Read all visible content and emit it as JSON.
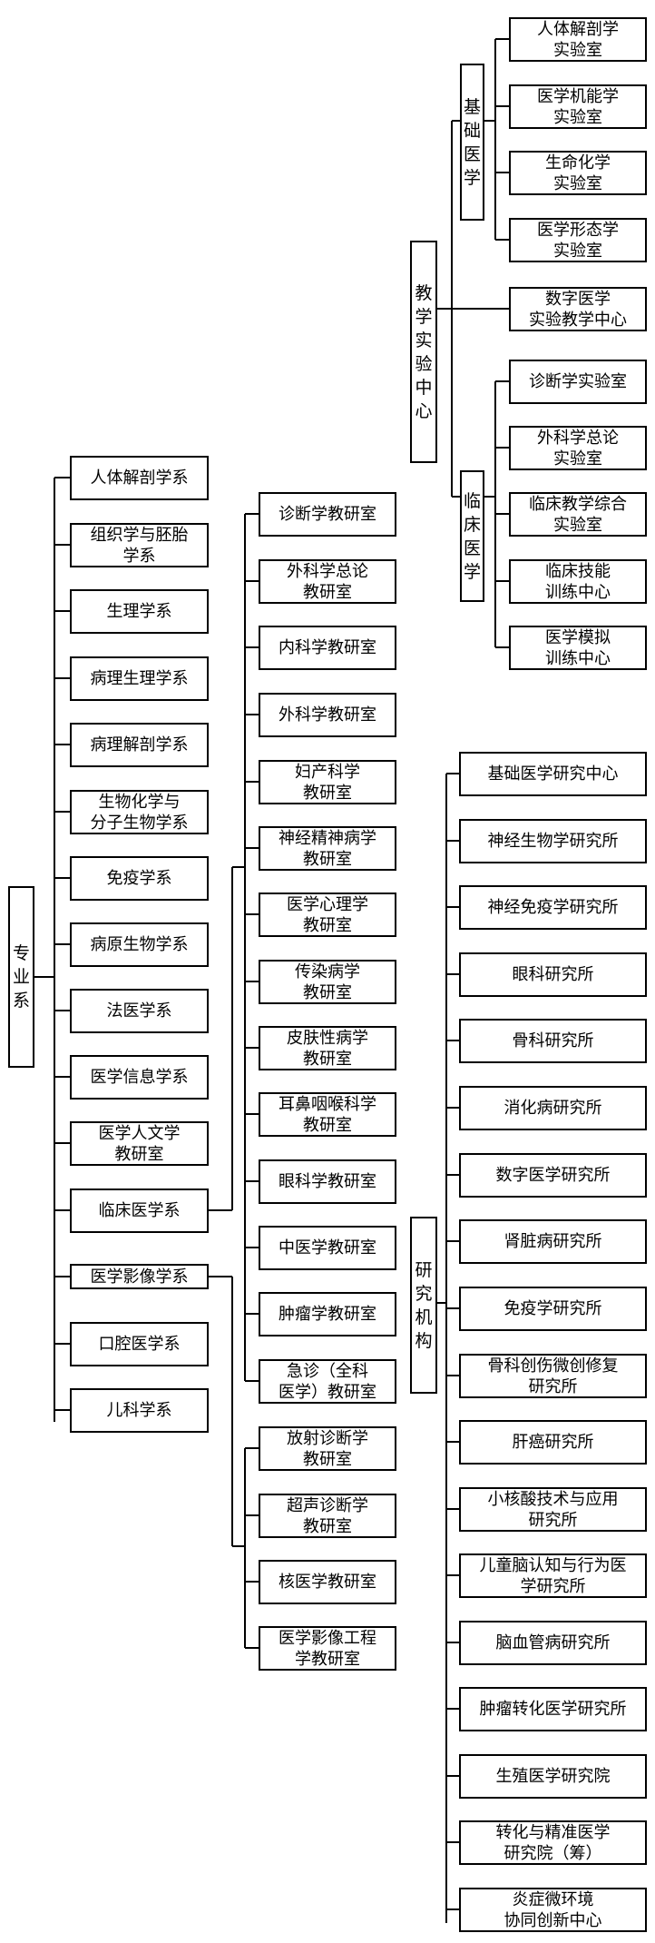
{
  "root_major": "专业系",
  "root_lab": "教学实验中心",
  "root_research": "研究机构",
  "basic_group": "基础医学",
  "clinical_group": "临床医学",
  "lab_basic": [
    "人体解剖学\n实验室",
    "医学机能学\n实验室",
    "生命化学\n实验室",
    "医学形态学\n实验室"
  ],
  "lab_digital": "数字医学\n实验教学中心",
  "lab_clinical": [
    "诊断学实验室",
    "外科学总论\n实验室",
    "临床教学综合\n实验室",
    "临床技能\n训练中心",
    "医学模拟\n训练中心"
  ],
  "departments": [
    "人体解剖学系",
    "组织学与胚胎\n学系",
    "生理学系",
    "病理生理学系",
    "病理解剖学系",
    "生物化学与\n分子生物学系",
    "免疫学系",
    "病原生物学系",
    "法医学系",
    "医学信息学系",
    "医学人文学\n教研室",
    "临床医学系",
    "医学影像学系",
    "口腔医学系",
    "儿科学系"
  ],
  "clinical_offices": [
    "诊断学教研室",
    "外科学总论\n教研室",
    "内科学教研室",
    "外科学教研室",
    "妇产科学\n教研室",
    "神经精神病学\n教研室",
    "医学心理学\n教研室",
    "传染病学\n教研室",
    "皮肤性病学\n教研室",
    "耳鼻咽喉科学\n教研室",
    "眼科学教研室",
    "中医学教研室",
    "肿瘤学教研室",
    "急诊（全科\n医学）教研室"
  ],
  "imaging_offices": [
    "放射诊断学\n教研室",
    "超声诊断学\n教研室",
    "核医学教研室",
    "医学影像工程\n学教研室"
  ],
  "institutes": [
    "基础医学研究中心",
    "神经生物学研究所",
    "神经免疫学研究所",
    "眼科研究所",
    "骨科研究所",
    "消化病研究所",
    "数字医学研究所",
    "肾脏病研究所",
    "免疫学研究所",
    "骨科创伤微创修复\n研究所",
    "肝癌研究所",
    "小核酸技术与应用\n研究所",
    "儿童脑认知与行为医\n学研究所",
    "脑血管病研究所",
    "肿瘤转化医学研究所",
    "生殖医学研究院",
    "转化与精准医学\n研究院（筹）",
    "炎症微环境\n协同创新中心"
  ]
}
